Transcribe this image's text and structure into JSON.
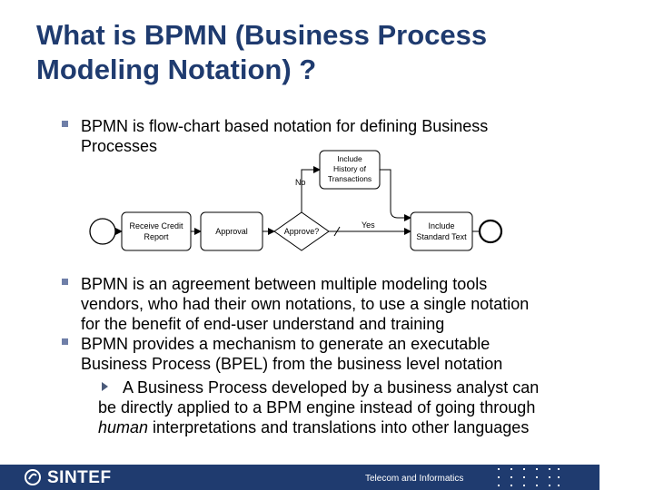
{
  "slide": {
    "title_lines": [
      "What is BPMN (Business Process",
      "Modeling Notation) ?"
    ]
  },
  "bullets": [
    {
      "lines": [
        "BPMN is flow-chart based notation for defining Business",
        "Processes"
      ]
    },
    {
      "lines": [
        "BPMN is an agreement between multiple modeling tools",
        "vendors, who had their own notations, to use a single notation",
        "for the benefit of end-user understand and training"
      ]
    },
    {
      "lines": [
        "BPMN provides a mechanism to generate an executable",
        "Business Process (BPEL) from the business level notation"
      ]
    }
  ],
  "sub_bullet": {
    "line1": "A Business Process developed by a business analyst can",
    "line2": "be directly applied to a BPM engine instead of going through",
    "line3_emph": "human",
    "line3_rest": " interpretations and translations into other languages"
  },
  "diagram": {
    "task_receive": [
      "Receive Credit",
      "Report"
    ],
    "task_approval": "Approval",
    "gateway_label": "Approve?",
    "task_include_history": [
      "Include",
      "History of",
      "Transactions"
    ],
    "task_include_standard": [
      "Include",
      "Standard Text"
    ],
    "label_no": "No",
    "label_yes": "Yes"
  },
  "footer": {
    "logo": "SINTEF",
    "label": "Telecom and Informatics"
  },
  "colors": {
    "title": "#1f3b6f",
    "footer_bar": "#1f3b6f",
    "bullet_marker": "#6f7fa8"
  }
}
